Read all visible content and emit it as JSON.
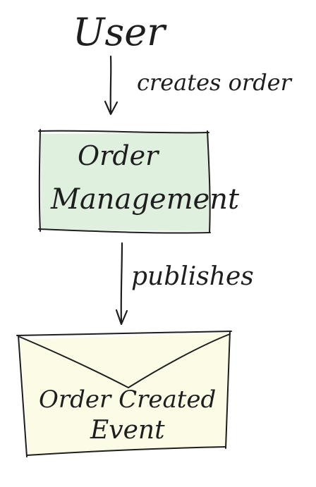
{
  "actor": {
    "label": "User"
  },
  "edges": [
    {
      "label": "creates order"
    },
    {
      "label": "publishes"
    }
  ],
  "service": {
    "label_line1": "Order",
    "label_line2": "Management",
    "fill": "#e0f0de"
  },
  "event": {
    "label_line1": "Order Created",
    "label_line2": "Event",
    "fill": "#fbfbe6",
    "icon": "envelope-icon"
  },
  "colors": {
    "ink": "#1e1e1e",
    "background": "#ffffff"
  }
}
